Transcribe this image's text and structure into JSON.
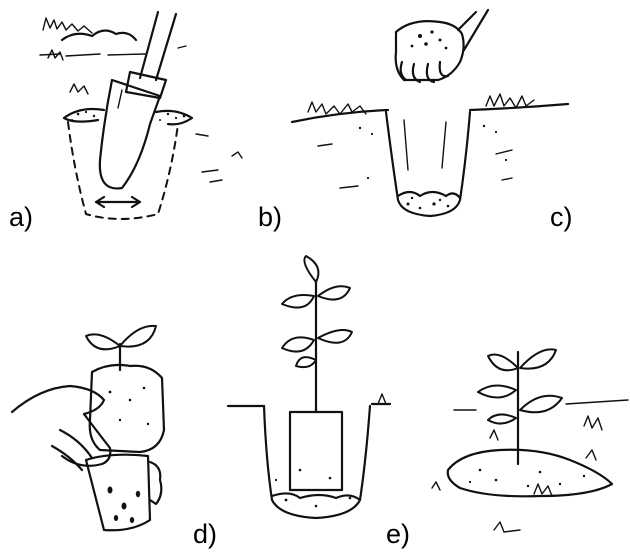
{
  "panels": [
    {
      "id": "a",
      "label": "a)",
      "depicts": "spade-digging-hole"
    },
    {
      "id": "b",
      "label": "b)",
      "depicts": "hole-with-loosened-soil"
    },
    {
      "id": "c",
      "label": "c)",
      "depicts": "hand-adding-compost"
    },
    {
      "id": "d",
      "label": "d)",
      "depicts": "removing-seedling-from-pot"
    },
    {
      "id": "e",
      "label": "e)",
      "depicts": "seedling-placed-in-hole"
    }
  ]
}
